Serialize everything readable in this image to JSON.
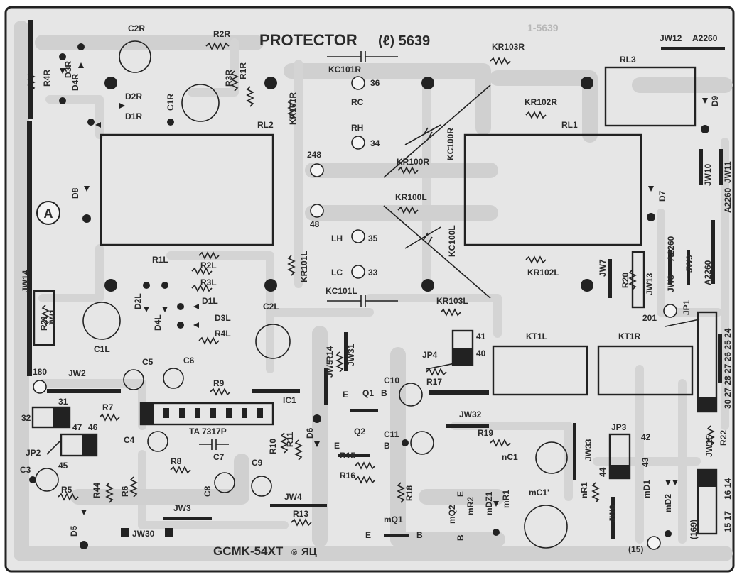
{
  "board": {
    "title": "PROTECTOR",
    "title_suffix": "(ℓ) 5639",
    "model": "GCMK-54XT",
    "mark": "®",
    "ul_mark": "Я̲Ц",
    "faint_code": "1-5639",
    "corner_badge": "A"
  },
  "labels": {
    "C2R": "C2R",
    "R2R": "R2R",
    "KR103R": "KR103R",
    "JW12": "JW12",
    "A2260_top": "A2260",
    "R4R": "R4R",
    "D3R": "D3R",
    "D4R": "D4R",
    "KC101R": "KC101R",
    "RL3": "RL3",
    "R3R": "R3R",
    "R1R": "R1R",
    "pin36": "36",
    "RC": "RC",
    "D2R": "D2R",
    "C1R": "C1R",
    "KR101R": "KR101R",
    "KR102R": "KR102R",
    "D9": "D9",
    "D1R": "D1R",
    "RL2": "RL2",
    "RH": "RH",
    "pin34": "34",
    "KC100R": "KC100R",
    "RL1": "RL1",
    "pin248": "248",
    "KR100R": "KR100R",
    "JW10": "JW10",
    "JW11": "JW11",
    "A2260_r1": "A2260",
    "D8": "D8",
    "D7": "D7",
    "KR100L": "KR100L",
    "pin48": "48",
    "LH": "LH",
    "pin35": "35",
    "KC100L": "KC100L",
    "A2260_r2": "A2260",
    "JW9": "JW9",
    "JW8": "JW8",
    "A2260_r3": "A2260",
    "R1L": "R1L",
    "R2L": "R2L",
    "KR101L": "KR101L",
    "KR102L": "KR102L",
    "JW7": "JW7",
    "LC": "LC",
    "pin33": "33",
    "R3L": "R3L",
    "R20": "R20",
    "JW13": "JW13",
    "JW14": "JW14",
    "KC101L": "KC101L",
    "D1L": "D1L",
    "D2L": "D2L",
    "KR103L": "KR103L",
    "pin201": "201",
    "JP1": "JP1",
    "R21": "R21",
    "JW1": "JW1",
    "D4L": "D4L",
    "D3L": "D3L",
    "C2L": "C2L",
    "pins_30_24": "30 27 28 27 26 25 24",
    "C1L": "C1L",
    "R4L": "R4L",
    "pin41": "41",
    "KT1L": "KT1L",
    "KT1R": "KT1R",
    "pin40": "40",
    "R14": "R14",
    "JW31": "JW31",
    "JP4": "JP4",
    "pin180": "180",
    "JW2": "JW2",
    "C5": "C5",
    "C6": "C6",
    "JW5": "JW5",
    "C10": "C10",
    "R17": "R17",
    "E1": "E",
    "Q1": "Q1",
    "B1": "B",
    "R9": "R9",
    "IC1": "IC1",
    "pin31": "31",
    "pin32": "32",
    "R7": "R7",
    "pin47": "47",
    "pin46": "46",
    "TA7317P": "TA 7317P",
    "JW32": "JW32",
    "C4": "C4",
    "R10": "R10",
    "R11": "R11",
    "D6": "D6",
    "Q2": "Q2",
    "C11": "C11",
    "R19": "R19",
    "JP3": "JP3",
    "pin42": "42",
    "JW15": "JW15",
    "R22": "R22",
    "JP2": "JP2",
    "C7": "C7",
    "E2": "E",
    "B2": "B",
    "nC1": "nC1",
    "JW33": "JW33",
    "pin43": "43",
    "pin44": "44",
    "R8": "R8",
    "R15": "R15",
    "C3": "C3",
    "pin45": "45",
    "R16": "R16",
    "R18": "R18",
    "nR1": "nR1",
    "mD1": "mD1",
    "mD2": "mD2",
    "pins_16_14": "16 14",
    "R44": "R44",
    "R6": "R6",
    "C8": "C8",
    "C9": "C9",
    "mQ2": "mQ2",
    "E3": "E",
    "mR2": "mR2",
    "mDZ1": "mDZ1",
    "mR1": "mR1",
    "mC1": "mC1'",
    "R5": "R5",
    "JW4": "JW4",
    "mQ1": "mQ1",
    "JW6": "JW6",
    "pins_15_17": "15 17",
    "JW3": "JW3",
    "R13": "R13",
    "D5": "D5",
    "B3": "B",
    "E4": "E",
    "B4": "B",
    "pin15": "(15)",
    "pin169": "(169)",
    "JW30": "JW30"
  }
}
